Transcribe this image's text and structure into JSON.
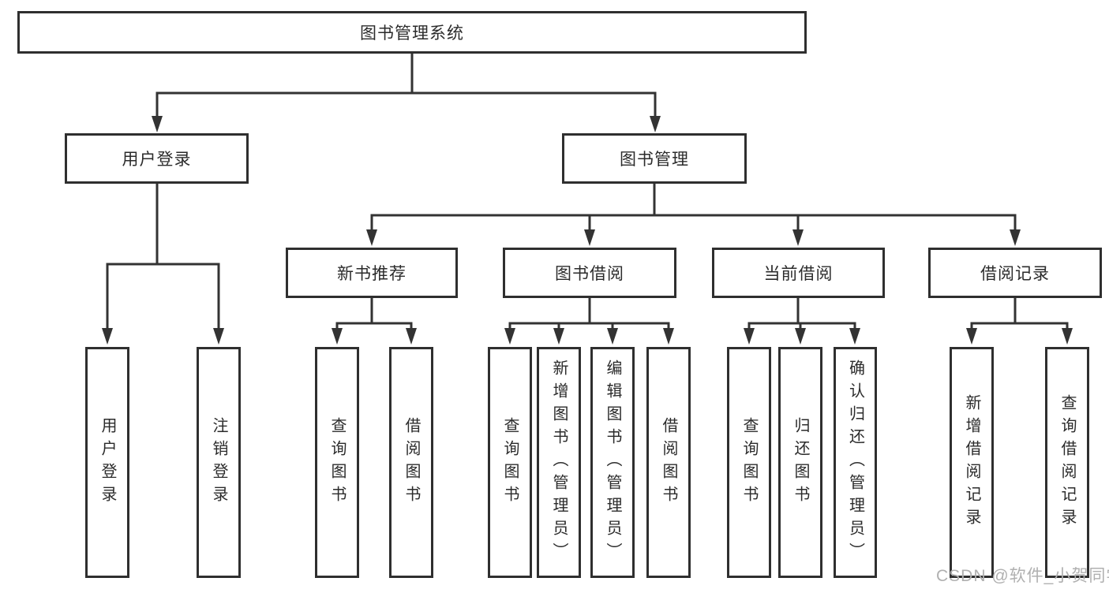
{
  "tree": {
    "label": "图书管理系统",
    "children": [
      {
        "label": "用户登录",
        "children": [
          {
            "label": "用户登录"
          },
          {
            "label": "注销登录"
          }
        ]
      },
      {
        "label": "图书管理",
        "children": [
          {
            "label": "新书推荐",
            "children": [
              {
                "label": "查询图书"
              },
              {
                "label": "借阅图书"
              }
            ]
          },
          {
            "label": "图书借阅",
            "children": [
              {
                "label": "查询图书"
              },
              {
                "label": "新增图书（管理员）"
              },
              {
                "label": "编辑图书（管理员）"
              },
              {
                "label": "借阅图书"
              }
            ]
          },
          {
            "label": "当前借阅",
            "children": [
              {
                "label": "查询图书"
              },
              {
                "label": "归还图书"
              },
              {
                "label": "确认归还（管理员）"
              }
            ]
          },
          {
            "label": "借阅记录",
            "children": [
              {
                "label": "新增借阅记录"
              },
              {
                "label": "查询借阅记录"
              }
            ]
          }
        ]
      }
    ]
  },
  "watermark": "CSDN @软件_小贺同学",
  "colors": {
    "line": "#333333",
    "box_border": "#2f2f2f",
    "text": "#2b2b2b",
    "watermark_text": "#b0b0b0",
    "background": "#ffffff"
  }
}
